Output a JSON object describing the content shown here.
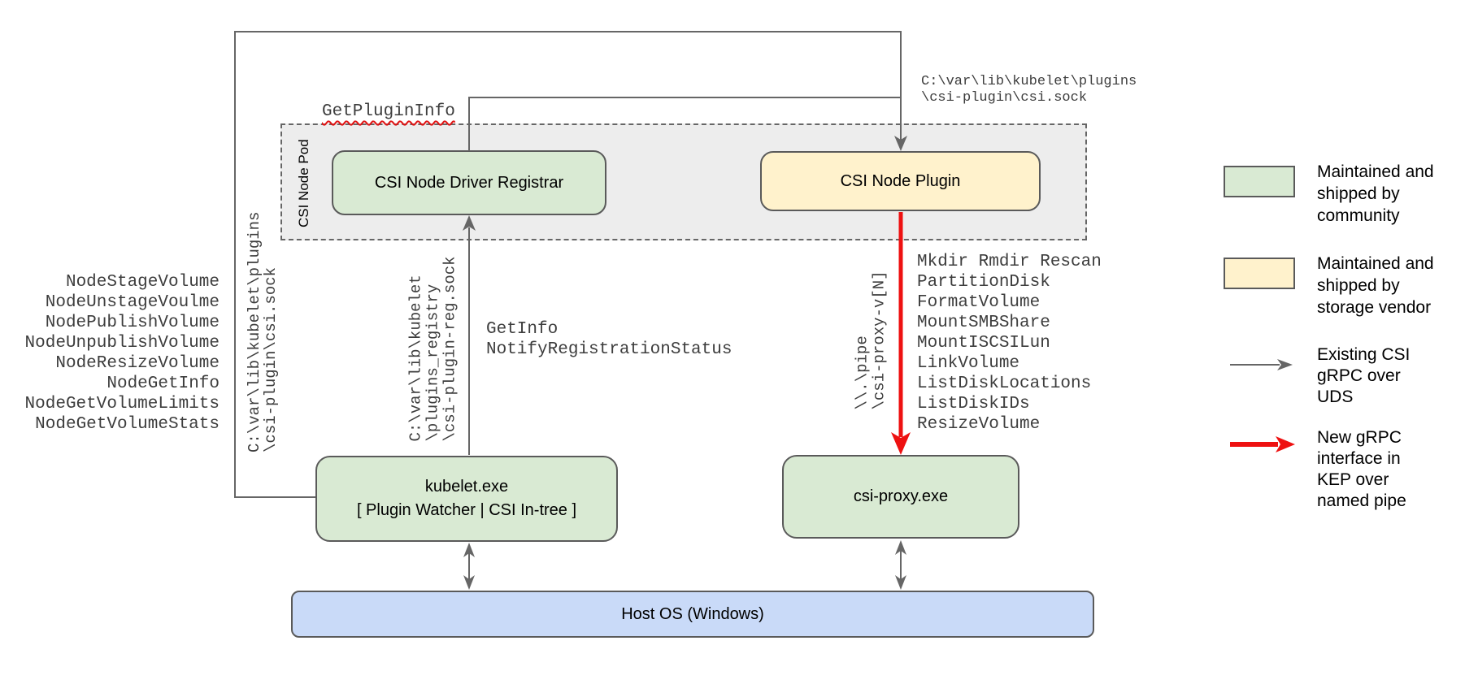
{
  "pod": {
    "label": "CSI Node Pod"
  },
  "nodes": {
    "registrar": {
      "label": "CSI Node Driver Registrar"
    },
    "plugin": {
      "label": "CSI Node Plugin"
    },
    "kubelet": {
      "line1": "kubelet.exe",
      "line2": "[ Plugin Watcher | CSI In-tree ]"
    },
    "csi_proxy": {
      "label": "csi-proxy.exe"
    },
    "host_os": {
      "label": "Host OS (Windows)"
    }
  },
  "edge_labels": {
    "get_plugin_info": "GetPluginInfo",
    "csi_sock_path_top_right": [
      "C:\\var\\lib\\kubelet\\plugins",
      "\\csi-plugin\\csi.sock"
    ],
    "csi_sock_path_left_rotated": [
      "C:\\var\\lib\\kubelet\\plugins",
      "\\csi-plugin\\csi.sock"
    ],
    "registration_sock_path_rotated": [
      "C:\\var\\lib\\kubelet",
      "\\plugins_registry",
      "\\csi-plugin-reg.sock"
    ],
    "named_pipe_path_rotated": [
      "\\\\.\\pipe",
      "\\csi-proxy-v[N]"
    ],
    "registration_calls": [
      "GetInfo",
      "NotifyRegistrationStatus"
    ],
    "node_csi_calls": [
      "NodeStageVolume",
      "NodeUnstageVoulme",
      "NodePublishVolume",
      "NodeUnpublishVolume",
      "NodeResizeVolume",
      "NodeGetInfo",
      "NodeGetVolumeLimits",
      "NodeGetVolumeStats"
    ],
    "csi_proxy_calls": [
      "Mkdir Rmdir Rescan",
      "PartitionDisk",
      "FormatVolume",
      "MountSMBShare",
      "MountISCSILun",
      "LinkVolume",
      "ListDiskLocations",
      "ListDiskIDs",
      "ResizeVolume"
    ]
  },
  "legend": {
    "items": [
      {
        "swatch": "green-box",
        "color": "#d9ead3",
        "text": [
          "Maintained and",
          "shipped by",
          "community"
        ]
      },
      {
        "swatch": "yellow-box",
        "color": "#fff2cc",
        "text": [
          "Maintained and",
          "shipped by",
          "storage vendor"
        ]
      },
      {
        "swatch": "gray-arrow",
        "color": "#666666",
        "text": [
          "Existing CSI",
          "gRPC over",
          "UDS"
        ]
      },
      {
        "swatch": "red-arrow",
        "color": "#ee1111",
        "text": [
          "New gRPC",
          "interface in",
          "KEP over",
          "named pipe"
        ]
      }
    ]
  },
  "colors": {
    "community_green": "#d9ead3",
    "vendor_yellow": "#fff2cc",
    "host_blue": "#c9daf8",
    "pod_gray": "#ededed",
    "line_gray": "#666666",
    "new_grpc_red": "#ee1111"
  }
}
